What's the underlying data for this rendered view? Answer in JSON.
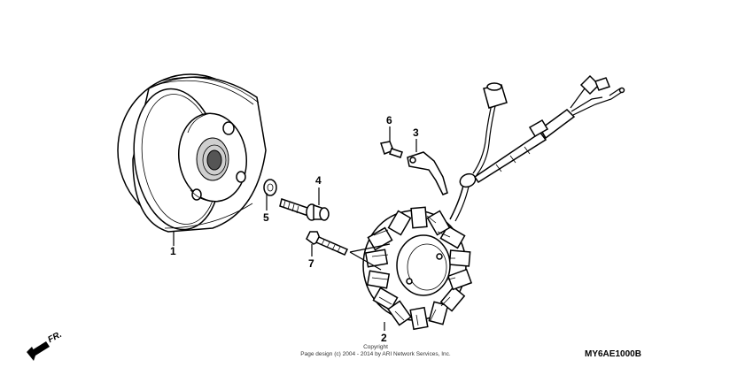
{
  "callouts": {
    "p1": "1",
    "p2": "2",
    "p3": "3",
    "p4": "4",
    "p5": "5",
    "p6": "6",
    "p7": "7"
  },
  "direction_label": "FR.",
  "copyright": {
    "line1": "Copyright",
    "line2": "Page design (c) 2004 - 2014 by ARI Network Services, Inc."
  },
  "diagram_code": "MY6AE1000B"
}
